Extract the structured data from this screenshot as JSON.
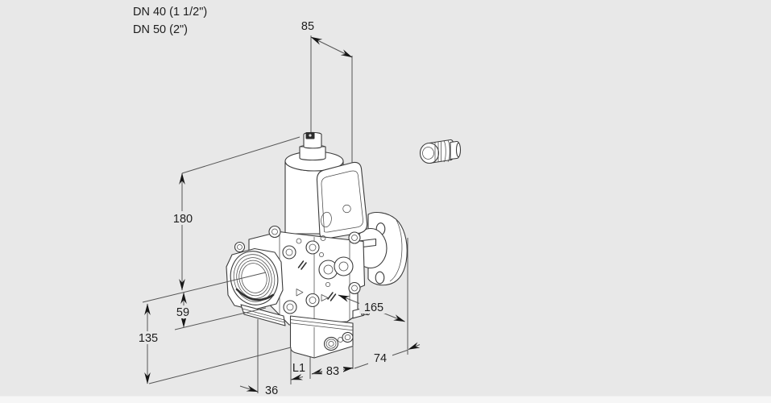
{
  "colors": {
    "background": "#e8e8e8",
    "footer_strip": "#f6f6f6",
    "outline": "#3b3b3b",
    "dimension_line": "#565656",
    "text": "#1d1d1d"
  },
  "product_labels": {
    "dn_top": "DN 40 (1 1/2\")",
    "dn_bottom": "DN 50 (2\")"
  },
  "dimensions": {
    "top_depth": "85",
    "total_height": "180",
    "center_to_body_bottom": "59",
    "center_to_module_bottom": "135",
    "front_offset": "36",
    "l1": "L1",
    "module_depth": "83",
    "flange_depth": "74",
    "overall_length": "165"
  }
}
